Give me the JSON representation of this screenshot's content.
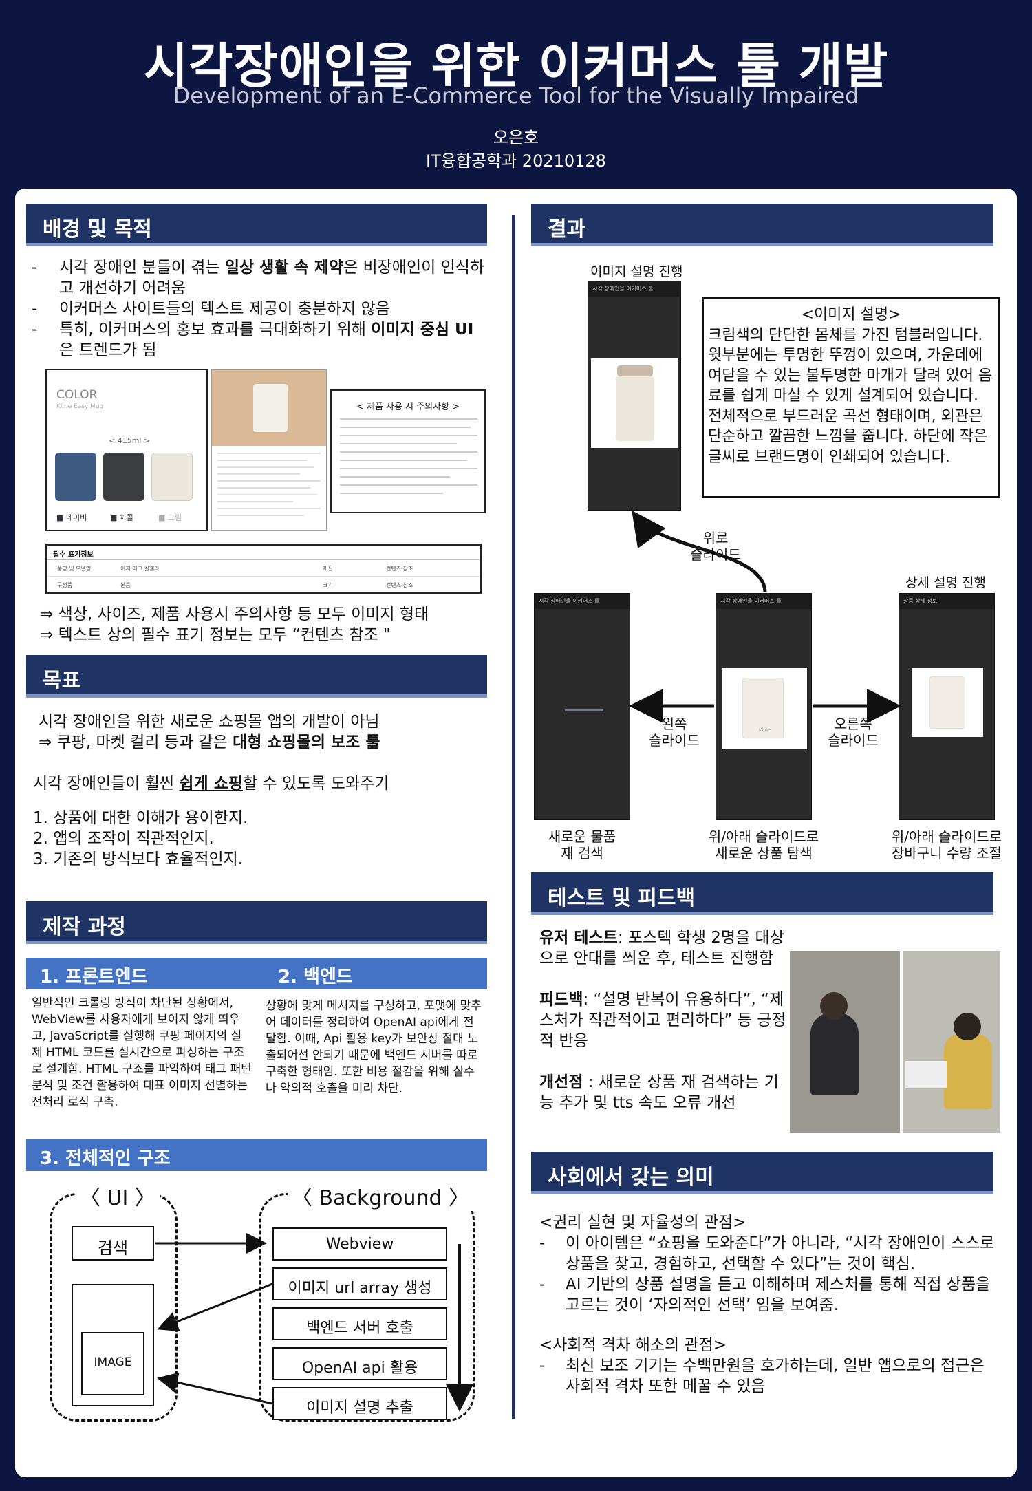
{
  "header": {
    "title_ko": "시각장애인을 위한 이커머스 툴 개발",
    "title_en": "Development of an E-Commerce Tool for the Visually Impaired",
    "author": "오은호",
    "affiliation": "IT융합공학과 20210128"
  },
  "background": {
    "heading": "배경 및 목적",
    "bullet1_pre": "시각 장애인 분들이 겪는 ",
    "bullet1_bold": "일상 생활 속 제약",
    "bullet1_post": "은 비장애인이 인식하고 개선하기 어려움",
    "bullet2": "이커머스 사이트들의 텍스트 제공이 충분하지 않음",
    "bullet3_pre": "특히, 이커머스의 홍보 효과를 극대화하기 위해 ",
    "bullet3_bold": "이미지 중심 UI",
    "bullet3_post": "은 트렌드가 됨",
    "product": {
      "color_label": "COLOR",
      "product_name": "Kline Easy Mug",
      "size": "< 415ml >",
      "color1": "■ 네이비",
      "color2": "■ 차콜",
      "color3": "■ 크림",
      "notice_title": "< 제품 사용 시 주의사항 >",
      "table_title": "필수 표기정보",
      "t_r1c1": "품명 및 모델명",
      "t_r1c2": "이지 머그 킬웰라",
      "t_r1c3": "재질",
      "t_r1c4": "컨텐츠 참조",
      "t_r2c1": "구성품",
      "t_r2c2": "본품",
      "t_r2c3": "크기",
      "t_r2c4": "컨텐츠 참조"
    },
    "conclusion1": "⇒  색상, 사이즈, 제품 사용시 주의사항 등 모두 이미지 형태",
    "conclusion2": "⇒  텍스트 상의 필수 표기 정보는 모두 “컨텐츠 참조 \""
  },
  "goal": {
    "heading": "목표",
    "line1": "시각 장애인을 위한 새로운 쇼핑몰 앱의 개발이 아님",
    "line2_pre": "⇒  쿠팡, 마켓 컬리 등과 같은 ",
    "line2_bold": "대형 쇼핑몰의 보조 툴",
    "line3_pre": "시각 장애인들이 훨씬 ",
    "line3_bold": "쉽게 쇼핑",
    "line3_post": "할 수 있도록 도와주기",
    "items": [
      "1.     상품에 대한 이해가 용이한지.",
      "2.     앱의 조작이 직관적인지.",
      "3.     기존의 방식보다 효율적인지."
    ]
  },
  "process": {
    "heading": "제작 과정",
    "frontend_heading": "1. 프론트엔드",
    "frontend_text": "일반적인 크롤링 방식이 차단된 상황에서, WebView를 사용자에게 보이지 않게 띄우고, JavaScript를 실행해 쿠팡 페이지의 실제 HTML 코드를 실시간으로 파싱하는 구조로 설계함. HTML 구조를 파악하여 태그 패턴 분석 및 조건 활용하여 대표 이미지 선별하는 전처리 로직 구축.",
    "backend_heading": "2. 백엔드",
    "backend_text": "상황에 맞게 메시지를 구성하고, 포맷에 맞추어 데이터를 정리하여 OpenAI api에게 전달함. 이때, Api 활용 key가 보안상 절대 노출되어선 안되기 때문에 백엔드 서버를 따로 구축한 형태임. 또한 비용 절감을 위해 실수나 악의적 호출을 미리 차단.",
    "structure_heading": "3. 전체적인 구조",
    "ui_label": "〈 UI 〉",
    "bg_label": "〈 Background 〉",
    "search": "검색",
    "image": "IMAGE",
    "webview": "Webview",
    "step2": "이미지 url array 생성",
    "step3": "백엔드 서버 호출",
    "step4": "OpenAI api 활용",
    "step5": "이미지 설명 추출"
  },
  "result": {
    "heading": "결과",
    "img_desc_label": "이미지 설명 진행",
    "detail_label": "상세 설명 진행",
    "desc_title": "<이미지 설명>",
    "desc_text": "크림색의 단단한 몸체를 가진 텀블러입니다. 윗부분에는 투명한 뚜껑이 있으며, 가운데에 여닫을 수 있는 불투명한 마개가 달려 있어 음료를 쉽게 마실 수 있게 설계되어 있습니다. 전체적으로 부드러운 곡선 형태이며, 외관은 단순하고 깔끔한 느낌을 줍니다. 하단에 작은 글씨로 브랜드명이 인쇄되어 있습니다.",
    "up_slide": "위로\n슬라이드",
    "left_slide": "왼쪽\n슬라이드",
    "right_slide": "오른쪽\n슬라이드",
    "cap_left": "새로운 물품\n재 검색",
    "cap_mid": "위/아래 슬라이드로\n새로운 상품 탐색",
    "cap_right": "위/아래 슬라이드로\n장바구니 수량 조절",
    "phone_title": "시각 장애인을 이커머스 툴",
    "phone_title2": "상품 상세 정보",
    "brand": "Kline"
  },
  "test": {
    "heading": "테스트 및 피드백",
    "user_bold": "유저 테스트",
    "user_text": ": 포스텍 학생 2명을 대상으로 안대를 씌운 후, 테스트 진행함",
    "fb_bold": "피드백",
    "fb_text": ": “설명 반복이 유용하다”, “제스처가 직관적이고 편리하다” 등 긍정적 반응",
    "imp_bold": "개선점",
    "imp_text": " : 새로운 상품 재 검색하는 기능 추가 및 tts 속도 오류 개선"
  },
  "meaning": {
    "heading": "사회에서 갖는 의미",
    "sub1": "<권리 실현 및 자율성의 관점>",
    "b1": "이 아이템은 “쇼핑을 도와준다”가 아니라, “시각 장애인이 스스로 상품을 찾고, 경험하고, 선택할 수 있다”는 것이 핵심.",
    "b2": "AI 기반의 상품 설명을 듣고 이해하며 제스처를 통해 직접 상품을 고르는 것이 ‘자의적인 선택’ 임을 보여줌.",
    "sub2": "<사회적 격차 해소의 관점>",
    "b3": "최신 보조 기기는 수백만원을 호가하는데, 일반 앱으로의 접근은 사회적 격차 또한 메꿀 수 있음"
  },
  "colors": {
    "navy": "#0c1640",
    "section": "#1f3464",
    "subsection": "#4472c4"
  }
}
